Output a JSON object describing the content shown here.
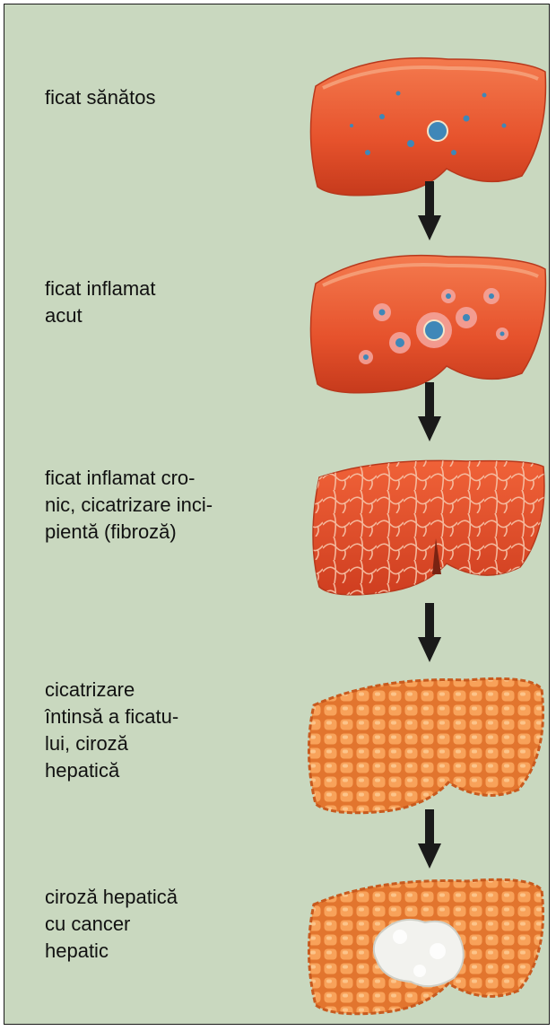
{
  "stages": [
    {
      "id": "healthy",
      "label": "ficat sănătos"
    },
    {
      "id": "acute",
      "label": "ficat inflamat\nacut"
    },
    {
      "id": "chronic",
      "label": "ficat inflamat cro-\nnic, cicatrizare inci-\npientă (fibroză)"
    },
    {
      "id": "cirrhosis",
      "label": "cicatrizare\nîntinsă a ficatu-\nlui, ciroză\nhepatică"
    },
    {
      "id": "cancer",
      "label": "ciroză hepatică\ncu cancer\nhepatic"
    }
  ],
  "colors": {
    "background": "#c9d8bf",
    "border": "#1a1a1a",
    "arrow": "#1a1a1a",
    "liver_healthy": "#e8542e",
    "liver_nodular": "#f08a3c",
    "tumor": "#f2f2ee"
  }
}
